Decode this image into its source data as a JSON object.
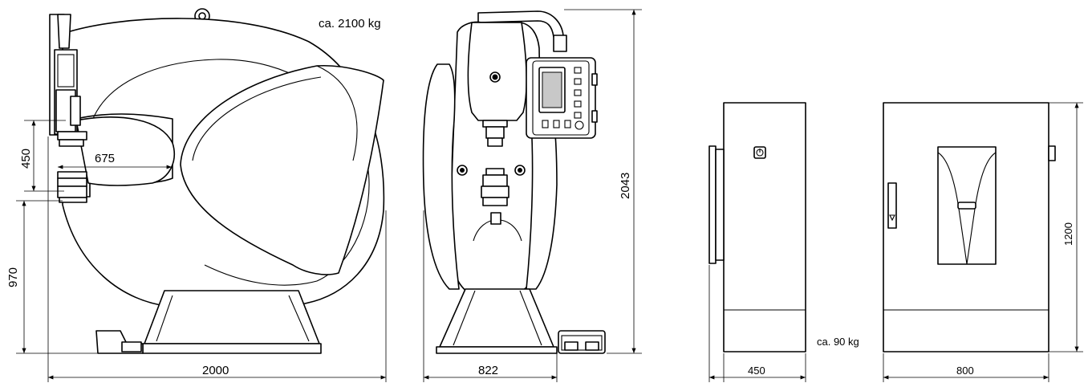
{
  "dimensions": {
    "machine_side_width": "2000",
    "machine_throat_depth": "675",
    "machine_opening_height": "450",
    "machine_table_height": "970",
    "machine_front_width": "822",
    "machine_total_height": "2043",
    "cabinet_depth": "450",
    "cabinet_width": "800",
    "cabinet_height": "1200"
  },
  "weights": {
    "machine": "ca. 2100 kg",
    "cabinet": "ca. 90 kg"
  }
}
